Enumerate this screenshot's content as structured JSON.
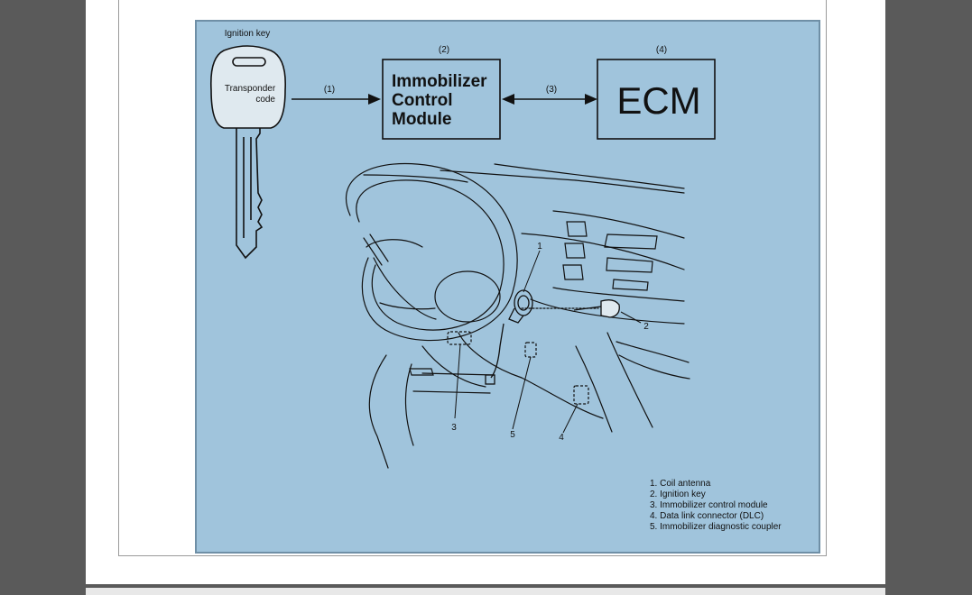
{
  "block_diagram": {
    "key_label": "Ignition key",
    "transponder_label_1": "Transponder",
    "transponder_label_2": "code",
    "arrow1_label": "(1)",
    "box2_tag": "(2)",
    "box2_line1": "Immobilizer",
    "box2_line2": "Control",
    "box2_line3": "Module",
    "arrow3_label": "(3)",
    "box4_tag": "(4)",
    "box4_text": "ECM"
  },
  "callouts": [
    "1",
    "2",
    "3",
    "4",
    "5"
  ],
  "legend": [
    "1.  Coil antenna",
    "2.  Ignition key",
    "3.  Immobilizer control module",
    "4.  Data link connector (DLC)",
    "5.  Immobilizer diagnostic coupler"
  ],
  "colors": {
    "figure_bg": "#a0c4dc",
    "line": "#111111",
    "viewer_bg": "#5a5a5a"
  }
}
